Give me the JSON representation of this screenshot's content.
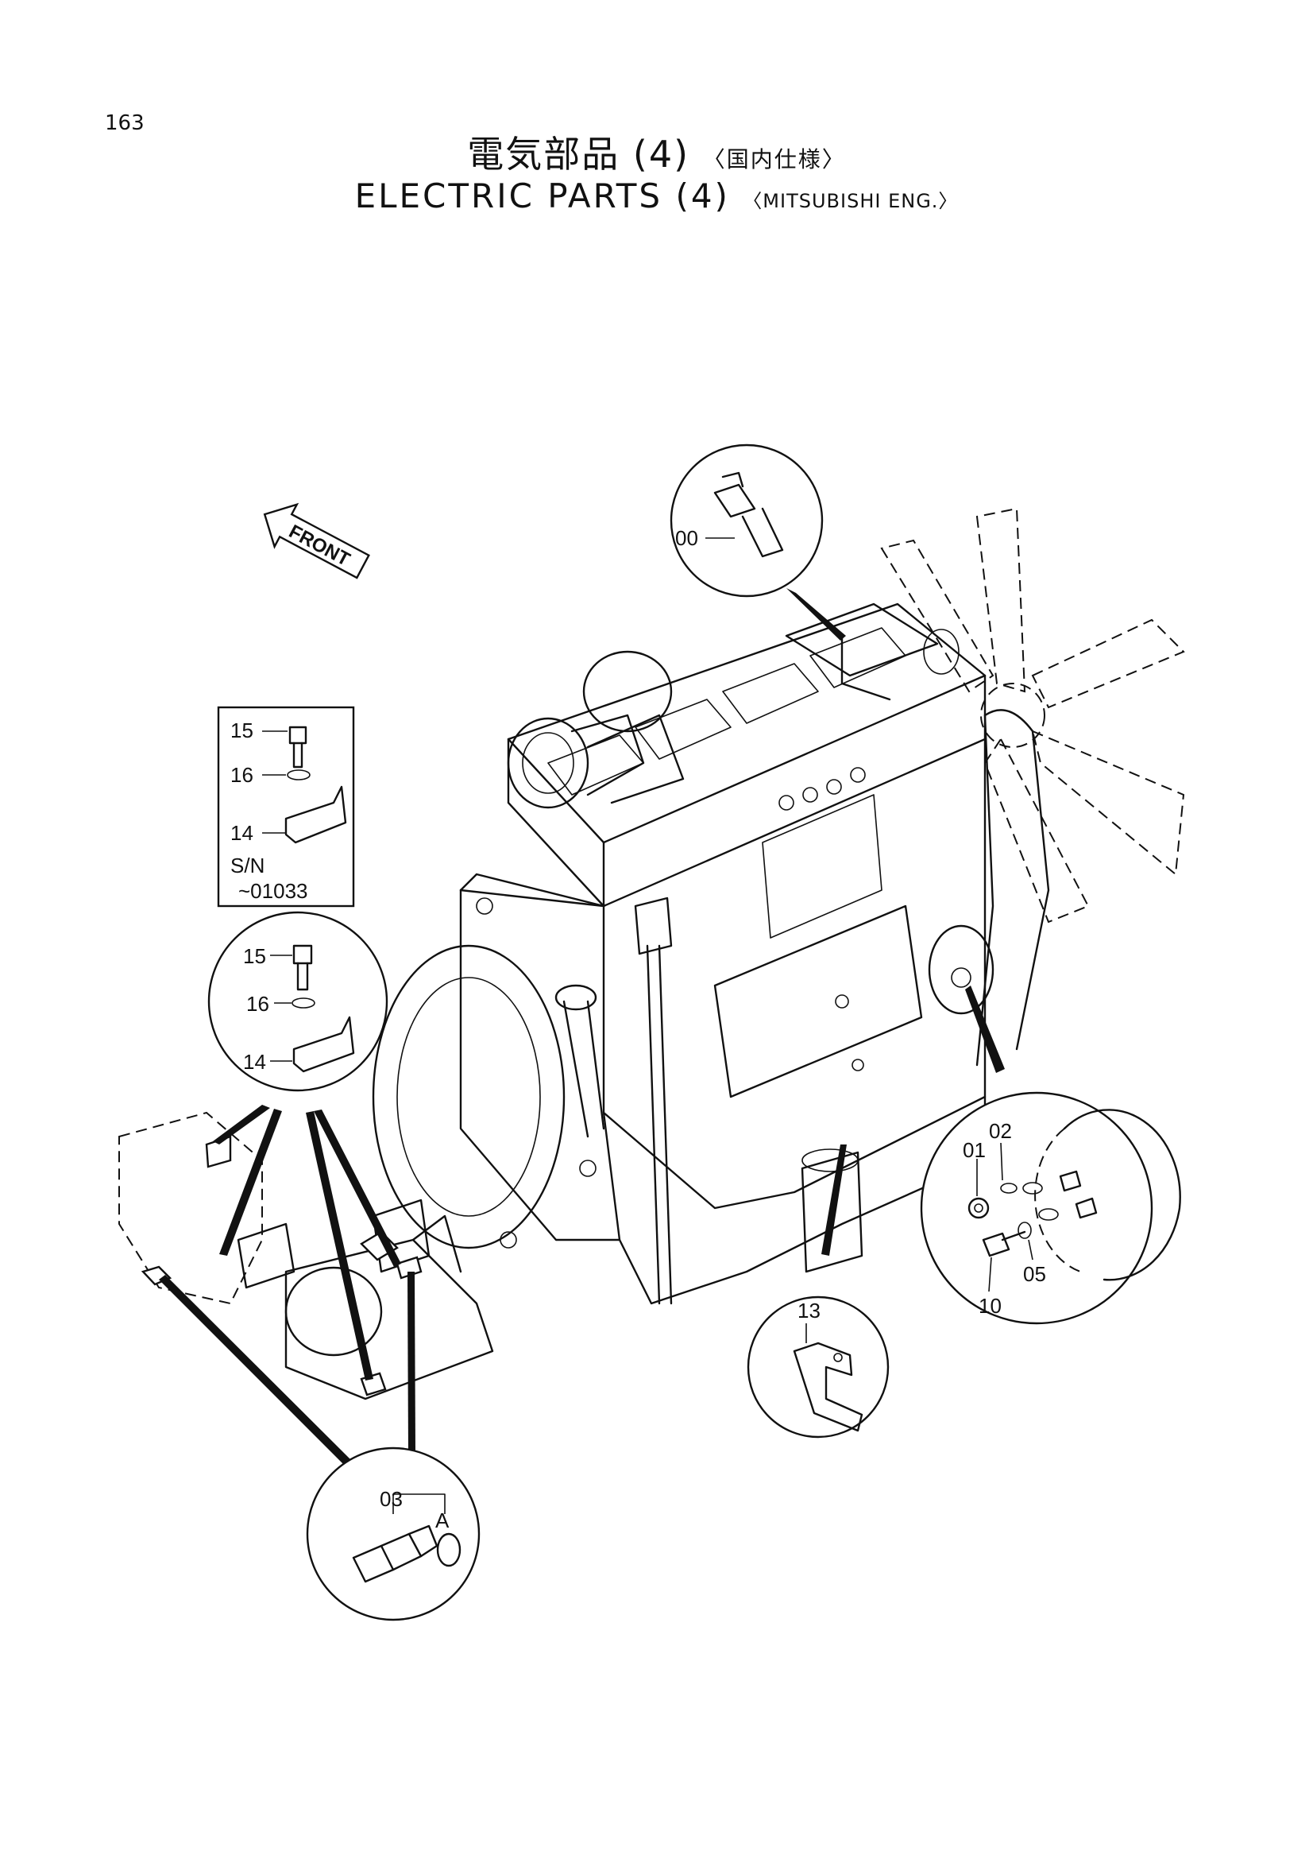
{
  "page": {
    "number": "163"
  },
  "title": {
    "jp": "電気部品 (4)",
    "jp_spec": "〈国内仕様〉",
    "en": "ELECTRIC  PARTS  (4)",
    "en_spec": "〈MITSUBISHI  ENG.〉"
  },
  "front_arrow": {
    "label": "FRONT"
  },
  "callouts": {
    "temp_sensor": {
      "part": "00"
    },
    "inset_box": {
      "bolt": "15",
      "washer": "16",
      "bracket": "14",
      "sn_label": "S/N",
      "sn_range": "~01033"
    },
    "bracket_circle": {
      "bolt": "15",
      "washer": "16",
      "bracket": "14"
    },
    "alternator_circle": {
      "nut": "01",
      "washer": "02",
      "lock_washer": "05",
      "bolt": "10"
    },
    "bracket_13": {
      "part": "13"
    },
    "pressure_switch": {
      "part": "03",
      "ref": "A"
    }
  }
}
